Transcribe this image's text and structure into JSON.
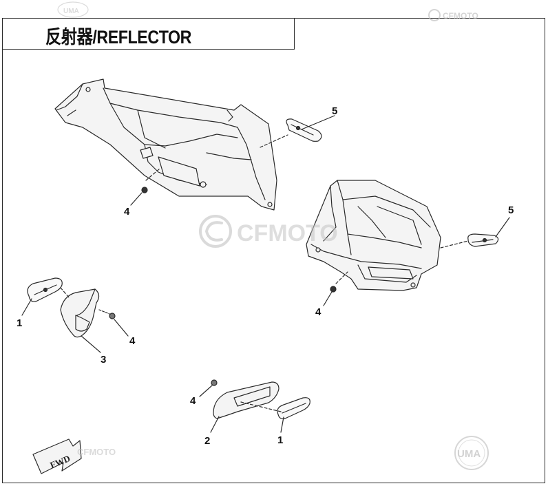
{
  "title": "反射器/REFLECTOR",
  "watermarks": {
    "brand": "CFMOTO",
    "corner_badge": "UMA"
  },
  "fwd_label": "FWD",
  "callouts": [
    {
      "id": "c5a",
      "label": "5"
    },
    {
      "id": "c4a",
      "label": "4"
    },
    {
      "id": "c5b",
      "label": "5"
    },
    {
      "id": "c4b",
      "label": "4"
    },
    {
      "id": "c1a",
      "label": "1"
    },
    {
      "id": "c4c",
      "label": "4"
    },
    {
      "id": "c3",
      "label": "3"
    },
    {
      "id": "c4d",
      "label": "4"
    },
    {
      "id": "c2",
      "label": "2"
    },
    {
      "id": "c1b",
      "label": "1"
    }
  ],
  "colors": {
    "line": "#2a2a2a",
    "fill": "#f2f2f2",
    "watermark": "#c8c8c8"
  }
}
